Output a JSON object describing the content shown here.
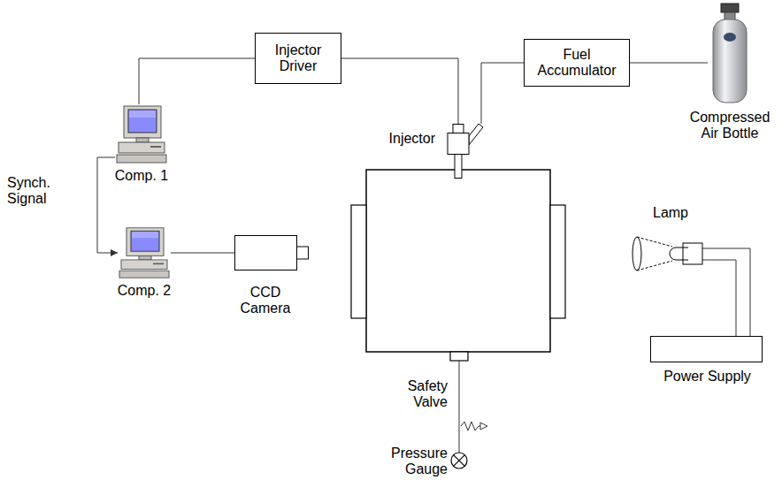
{
  "diagram": {
    "nodes": [
      {
        "text": [
          "Injector Driver"
        ]
      },
      {
        "text": [
          "Fuel Accumulator"
        ]
      },
      {
        "text": [
          "Compressed Air Bottle"
        ]
      },
      {
        "text": [
          "Comp. 1"
        ]
      },
      {
        "text": [
          "Injector"
        ]
      },
      {
        "text": [
          "Lamp"
        ]
      },
      {
        "text": [
          "Comp. 2"
        ]
      },
      {
        "text": [
          "CCD Camera"
        ]
      },
      {
        "text": [
          "Power Supply"
        ]
      }
    ],
    "edges": [
      {
        "from": 3,
        "to": 0,
        "arrow": "none"
      },
      {
        "from": 0,
        "to": 4,
        "arrow": "none"
      },
      {
        "from": 4,
        "to": 1,
        "arrow": "none"
      },
      {
        "from": 1,
        "to": 2,
        "arrow": "none"
      },
      {
        "from": 3,
        "to": 6,
        "label": "Synch. Signal",
        "arrow": "to"
      },
      {
        "from": 6,
        "to": 7,
        "arrow": "none"
      },
      {
        "from": 5,
        "to": 8,
        "arrow": "none"
      },
      {
        "from": 5,
        "to": 8,
        "arrow": "none"
      }
    ],
    "labels": [
      "Safety Valve",
      "Pressure Gauge"
    ]
  }
}
